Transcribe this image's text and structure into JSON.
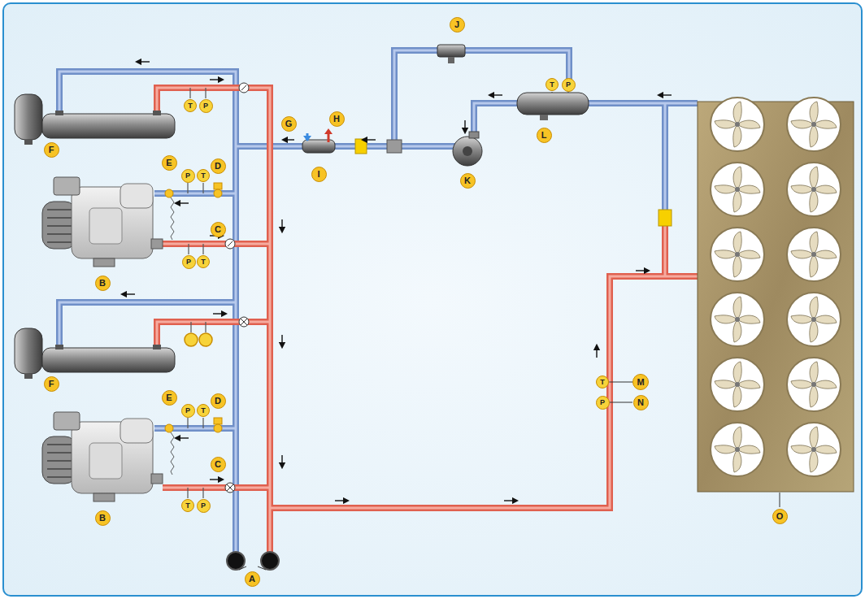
{
  "diagram": {
    "labels": [
      "J",
      "T",
      "P",
      "T",
      "P",
      "G",
      "H",
      "L",
      "F",
      "E",
      "D",
      "P",
      "T",
      "I",
      "K",
      "C",
      "P",
      "T",
      "B",
      "F",
      "E",
      "D",
      "P",
      "T",
      "T",
      "M",
      "P",
      "N",
      "C",
      "T",
      "P",
      "B",
      "O",
      "A"
    ]
  }
}
